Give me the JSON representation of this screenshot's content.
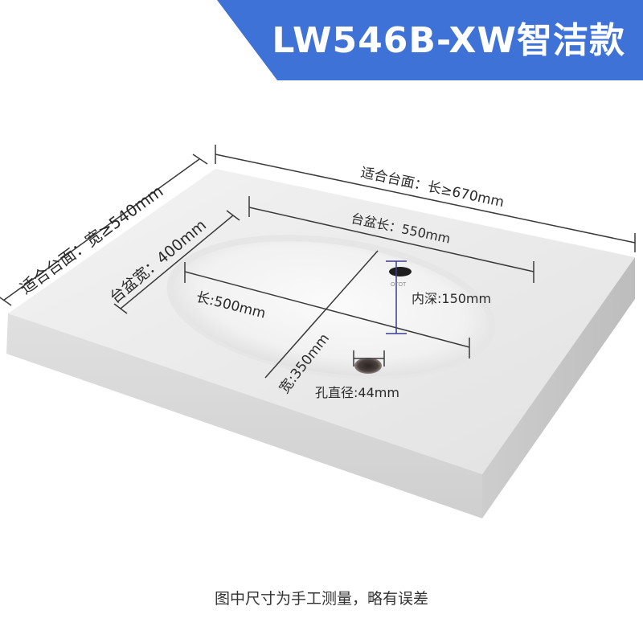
{
  "title": "LW546B-XW智洁款",
  "colors": {
    "banner": "#3f72d6",
    "countertop_top": "#ececec",
    "countertop_front": "#d9d9d9",
    "countertop_side": "#c8c8c8",
    "basin": "#f4f4f4",
    "dimension_line": "#3a3a3a",
    "depth_line": "#3b3f8f"
  },
  "dimensions": {
    "counter_length": "适合台面：长≥670mm",
    "counter_width": "适合台面：宽≥540mm",
    "basin_length": "台盆长：550mm",
    "basin_width": "台盆宽：400mm",
    "bowl_length": "长:500mm",
    "bowl_width": "宽:350mm",
    "inner_depth": "内深:150mm",
    "hole_diameter": "孔直径:44mm"
  },
  "overflow_text": "OTOT",
  "footnote": "图中尺寸为手工测量，略有误差"
}
